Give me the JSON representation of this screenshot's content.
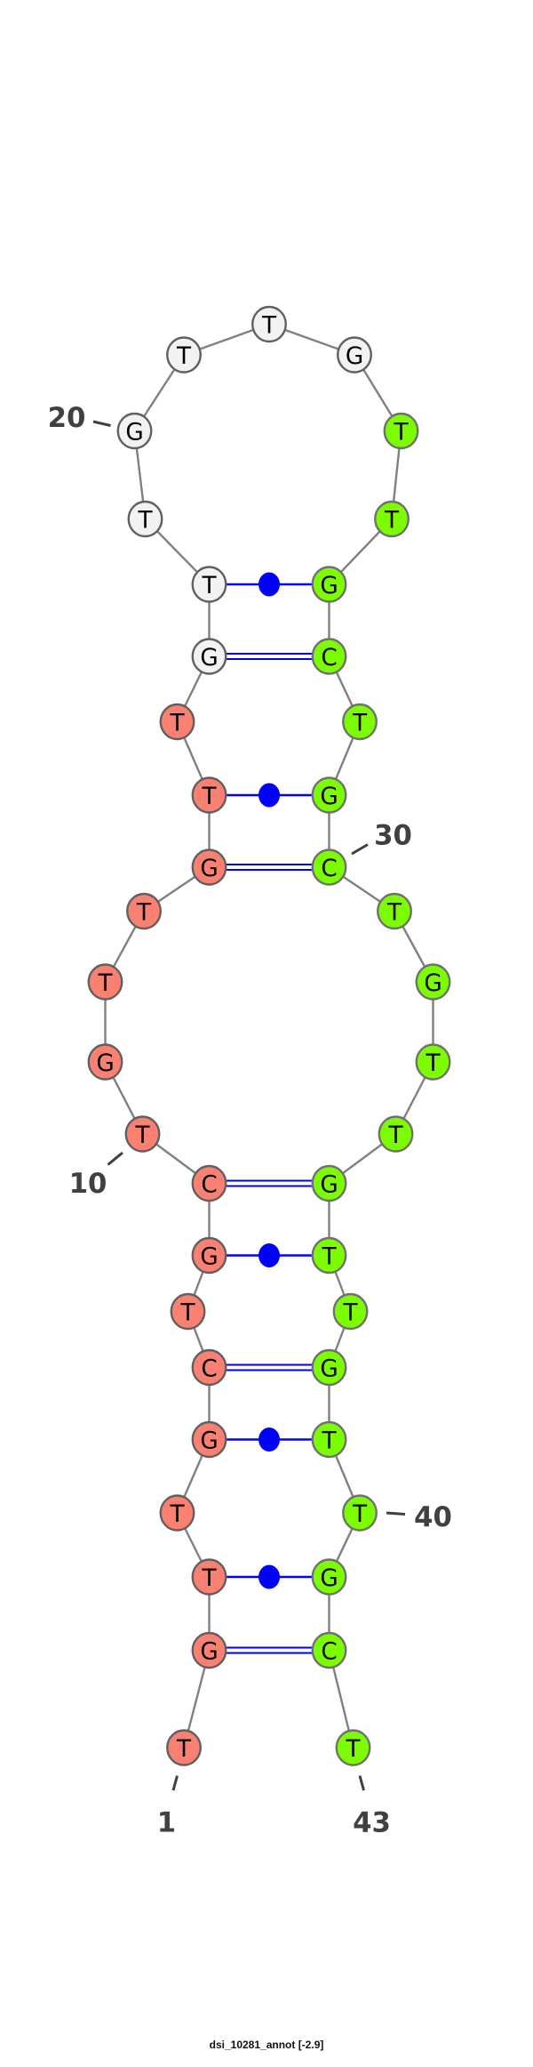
{
  "title": "dsi_10281_annot [-2.9]",
  "sequence": "TGTTGCTGCTGTTGTTGTTGTTGTTGCTGCTGTTGTTGTTGCT",
  "colors": {
    "salmon": "#FA8072",
    "white": "#F2F2F2",
    "green": "#7CFC00",
    "backbone": "#808080",
    "pair": "#0000FF",
    "outline": "#606060"
  },
  "color_ranges": [
    {
      "from": 1,
      "to": 16,
      "color": "salmon"
    },
    {
      "from": 17,
      "to": 23,
      "color": "white"
    },
    {
      "from": 24,
      "to": 43,
      "color": "green"
    }
  ],
  "pairs": [
    {
      "i": 2,
      "j": 42,
      "type": "canonical"
    },
    {
      "i": 3,
      "j": 41,
      "type": "wobble"
    },
    {
      "i": 5,
      "j": 39,
      "type": "wobble"
    },
    {
      "i": 6,
      "j": 38,
      "type": "canonical"
    },
    {
      "i": 8,
      "j": 36,
      "type": "wobble"
    },
    {
      "i": 9,
      "j": 35,
      "type": "canonical"
    },
    {
      "i": 14,
      "j": 30,
      "type": "canonical"
    },
    {
      "i": 15,
      "j": 29,
      "type": "wobble"
    },
    {
      "i": 17,
      "j": 27,
      "type": "canonical"
    },
    {
      "i": 18,
      "j": 26,
      "type": "wobble"
    }
  ],
  "number_labels": [
    "1",
    "10",
    "20",
    "30",
    "40",
    "43"
  ]
}
